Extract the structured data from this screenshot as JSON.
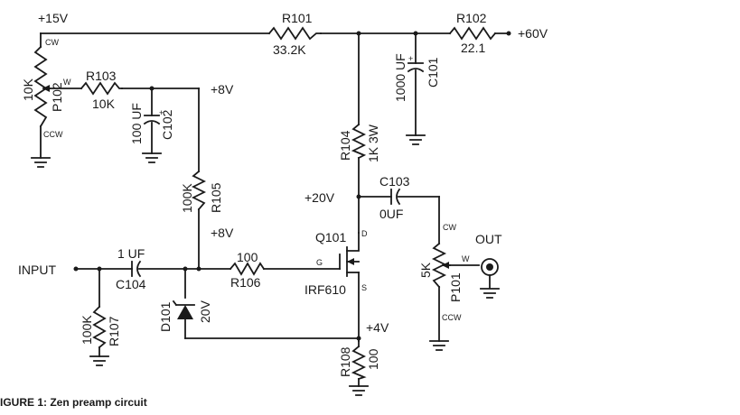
{
  "rails": {
    "v15": "+15V",
    "v60": "+60V",
    "v8_top": "+8V",
    "v8_mid": "+8V",
    "v20": "+20V",
    "v4": "+4V"
  },
  "resistors": {
    "r101": {
      "ref": "R101",
      "value": "33.2K"
    },
    "r102": {
      "ref": "R102",
      "value": "22.1"
    },
    "r103": {
      "ref": "R103",
      "value": "10K"
    },
    "r104": {
      "ref": "R104",
      "value": "1K 3W"
    },
    "r105": {
      "ref": "R105",
      "value": "100K"
    },
    "r106": {
      "ref": "R106",
      "value": "100"
    },
    "r107": {
      "ref": "R107",
      "value": "100K"
    },
    "r108": {
      "ref": "R108",
      "value": "100"
    }
  },
  "capacitors": {
    "c101": {
      "ref": "C101",
      "value": "1000 UF"
    },
    "c102": {
      "ref": "C102",
      "value": "100 UF"
    },
    "c103": {
      "ref": "C103",
      "value": "0UF"
    },
    "c104": {
      "ref": "C104",
      "value": "1 UF"
    }
  },
  "pots": {
    "p102": {
      "ref": "P102",
      "value": "10K",
      "cw": "CW",
      "ccw": "CCW",
      "w": "W"
    },
    "p101": {
      "ref": "P101",
      "value": "5K",
      "cw": "CW",
      "ccw": "CCW",
      "w": "W"
    }
  },
  "diode": {
    "ref": "D101",
    "value": "20V"
  },
  "transistor": {
    "ref": "Q101",
    "part": "IRF610",
    "g": "G",
    "d": "D",
    "s": "S"
  },
  "ports": {
    "input": "INPUT",
    "out": "OUT"
  },
  "caption": "IGURE 1: Zen preamp circuit"
}
